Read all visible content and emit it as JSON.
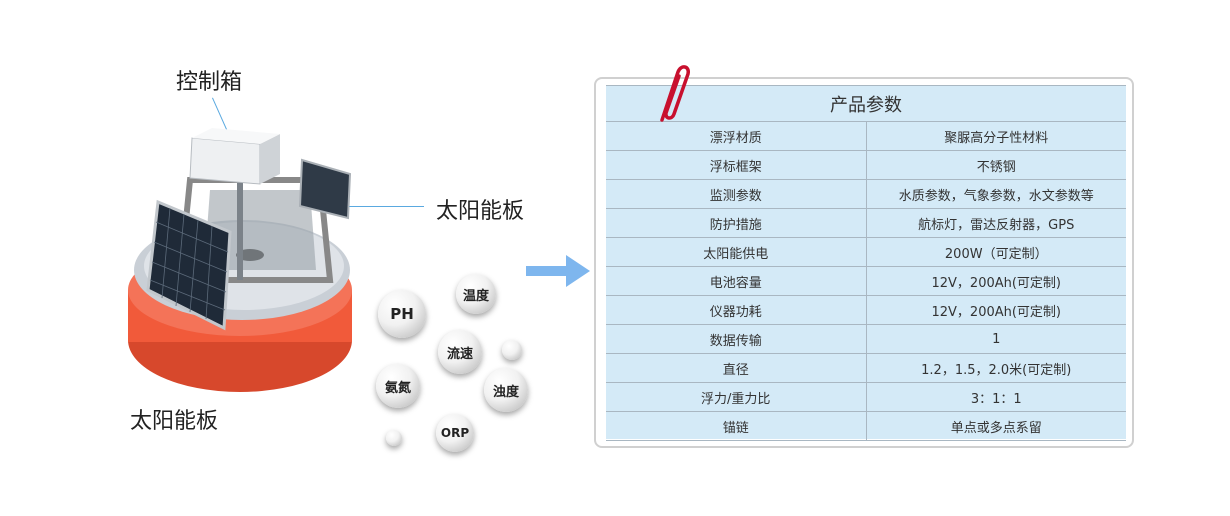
{
  "illustration": {
    "label_control_box": "控制箱",
    "label_solar_right": "太阳能板",
    "label_solar_left": "太阳能板",
    "bubbles": [
      {
        "id": "ph",
        "text": "PH"
      },
      {
        "id": "temp",
        "text": "温度"
      },
      {
        "id": "flow",
        "text": "流速"
      },
      {
        "id": "ammonia",
        "text": "氨氮"
      },
      {
        "id": "turbidity",
        "text": "浊度"
      },
      {
        "id": "orp",
        "text": "ORP"
      }
    ]
  },
  "table": {
    "title": "产品参数",
    "rows": [
      {
        "key": "漂浮材质",
        "value": "聚脲高分子性材料"
      },
      {
        "key": "浮标框架",
        "value": "不锈钢"
      },
      {
        "key": "监测参数",
        "value": "水质参数，气象参数，水文参数等"
      },
      {
        "key": "防护措施",
        "value": "航标灯，雷达反射器，GPS"
      },
      {
        "key": "太阳能供电",
        "value": "200W（可定制）"
      },
      {
        "key": "电池容量",
        "value": "12V，200Ah(可定制)"
      },
      {
        "key": "仪器功耗",
        "value": "12V，200Ah(可定制)"
      },
      {
        "key": "数据传输",
        "value": "1"
      },
      {
        "key": "直径",
        "value": "1.2，1.5，2.0米(可定制)"
      },
      {
        "key": "浮力/重力比",
        "value": "3：1：1"
      },
      {
        "key": "锚链",
        "value": "单点或多点系留"
      }
    ]
  },
  "colors": {
    "accent_blue": "#5aa9e0",
    "buoy_orange": "#f15a3a",
    "panel_blue": "#d4eaf7",
    "arrow_blue": "#7eb6ee",
    "clip_red": "#c8102e"
  }
}
